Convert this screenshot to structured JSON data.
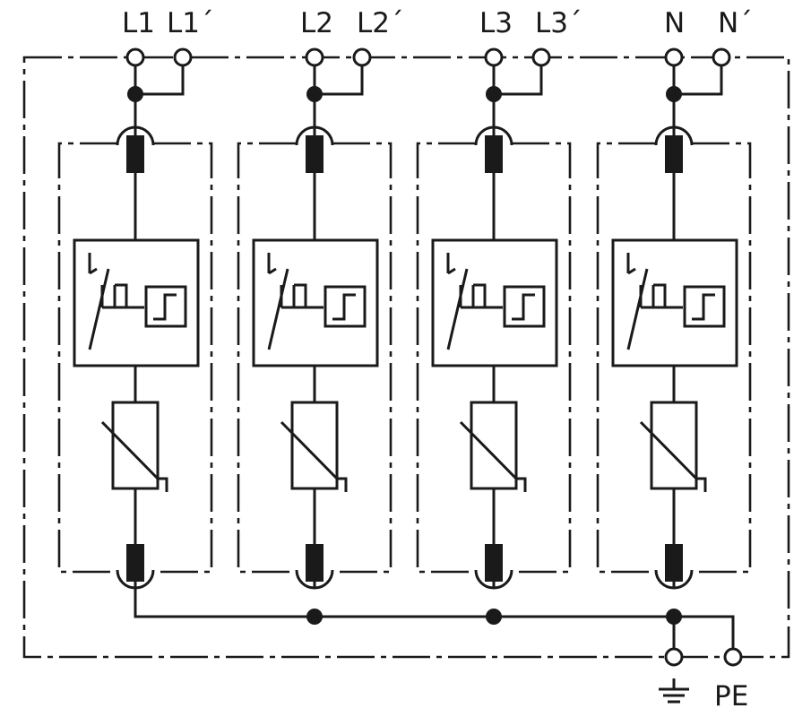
{
  "terminals": {
    "top": [
      "L1",
      "L1´",
      "L2",
      "L2´",
      "L3",
      "L3´",
      "N",
      "N´"
    ],
    "bottom_pe": "PE"
  },
  "symbols": {
    "earth": "earth-ground-icon"
  },
  "modules": [
    {
      "line": "L1"
    },
    {
      "line": "L2"
    },
    {
      "line": "L3"
    },
    {
      "line": "N"
    }
  ]
}
